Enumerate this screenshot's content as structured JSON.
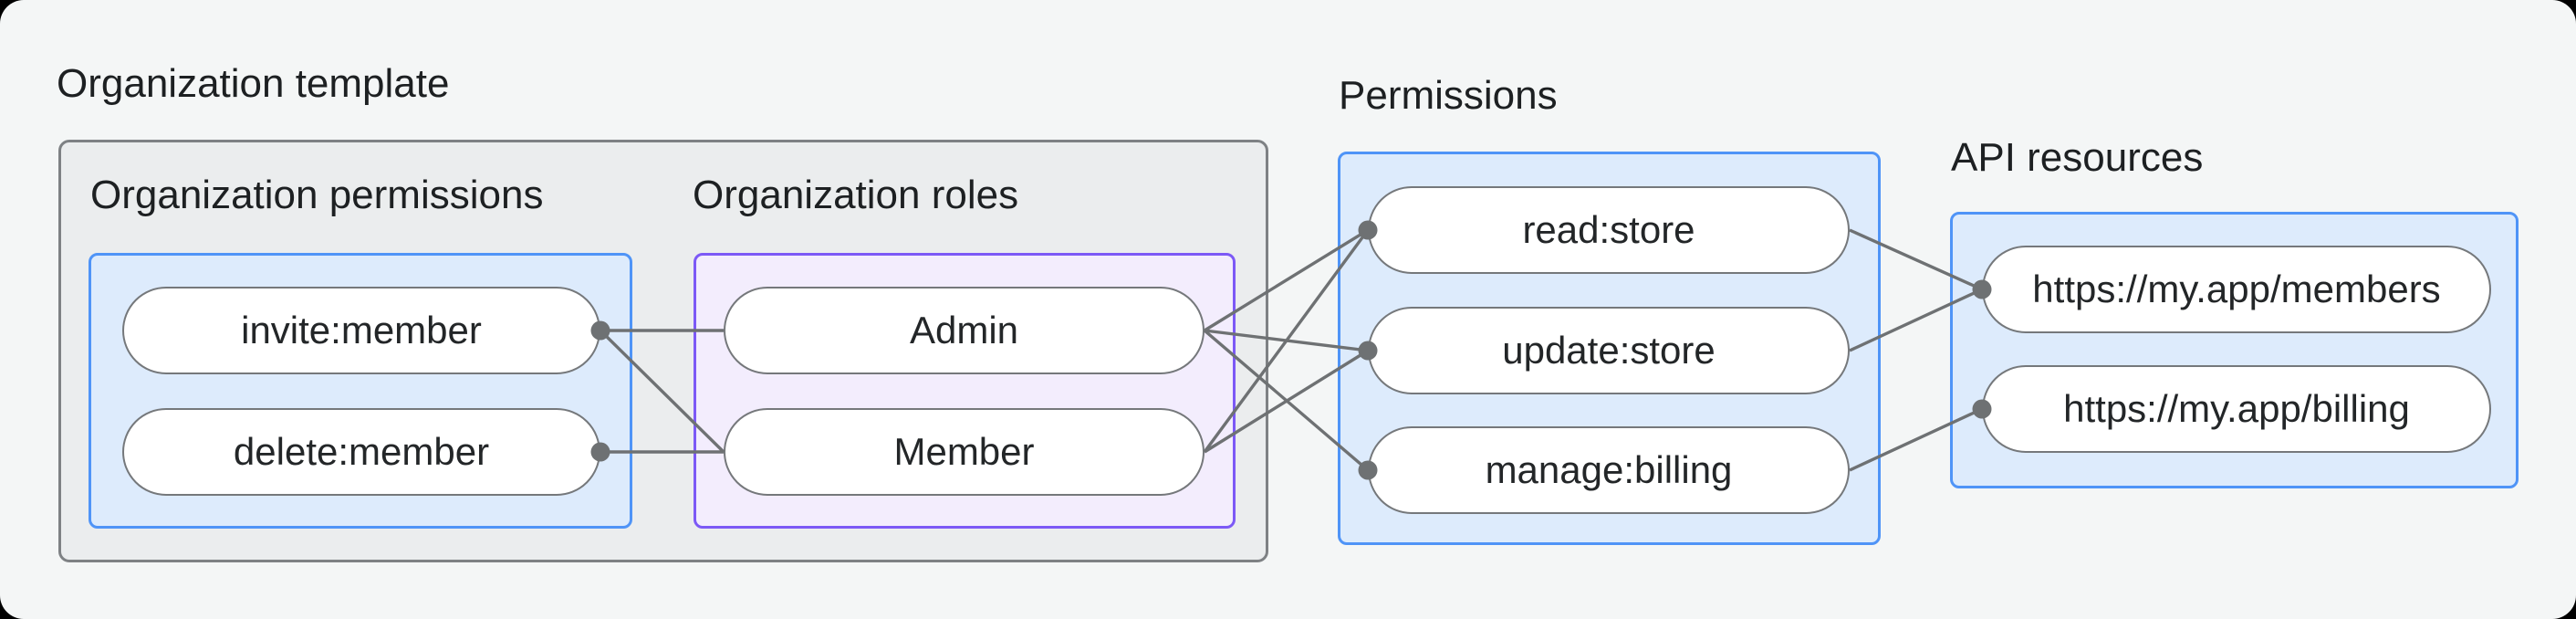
{
  "colors": {
    "canvas-bg": "#f4f6f6",
    "gray-box-bg": "#ebedee",
    "gray-box-border": "#7e8184",
    "blue-box-bg": "#ddebfc",
    "blue-box-border": "#4f94f7",
    "purple-box-bg": "#f3edfd",
    "purple-box-border": "#7c59f6",
    "pill-bg": "#ffffff",
    "pill-border": "#75787b",
    "pill-text": "#232628",
    "label-text": "#1d2022",
    "line": "#6e7173"
  },
  "org_template": {
    "label": "Organization template",
    "permissions_group": {
      "label": "Organization permissions",
      "items": [
        "invite:member",
        "delete:member"
      ]
    },
    "roles_group": {
      "label": "Organization roles",
      "items": [
        "Admin",
        "Member"
      ]
    }
  },
  "permissions_group": {
    "label": "Permissions",
    "items": [
      "read:store",
      "update:store",
      "manage:billing"
    ]
  },
  "api_resources_group": {
    "label": "API resources",
    "items": [
      "https://my.app/members",
      "https://my.app/billing"
    ]
  },
  "edges": [
    {
      "from": "invite:member",
      "to": "Admin"
    },
    {
      "from": "invite:member",
      "to": "Member"
    },
    {
      "from": "delete:member",
      "to": "Member"
    },
    {
      "from": "Admin",
      "to": "read:store"
    },
    {
      "from": "Admin",
      "to": "update:store"
    },
    {
      "from": "Admin",
      "to": "manage:billing"
    },
    {
      "from": "Member",
      "to": "read:store"
    },
    {
      "from": "Member",
      "to": "update:store"
    },
    {
      "from": "read:store",
      "to": "https://my.app/members"
    },
    {
      "from": "update:store",
      "to": "https://my.app/members"
    },
    {
      "from": "manage:billing",
      "to": "https://my.app/billing"
    }
  ]
}
